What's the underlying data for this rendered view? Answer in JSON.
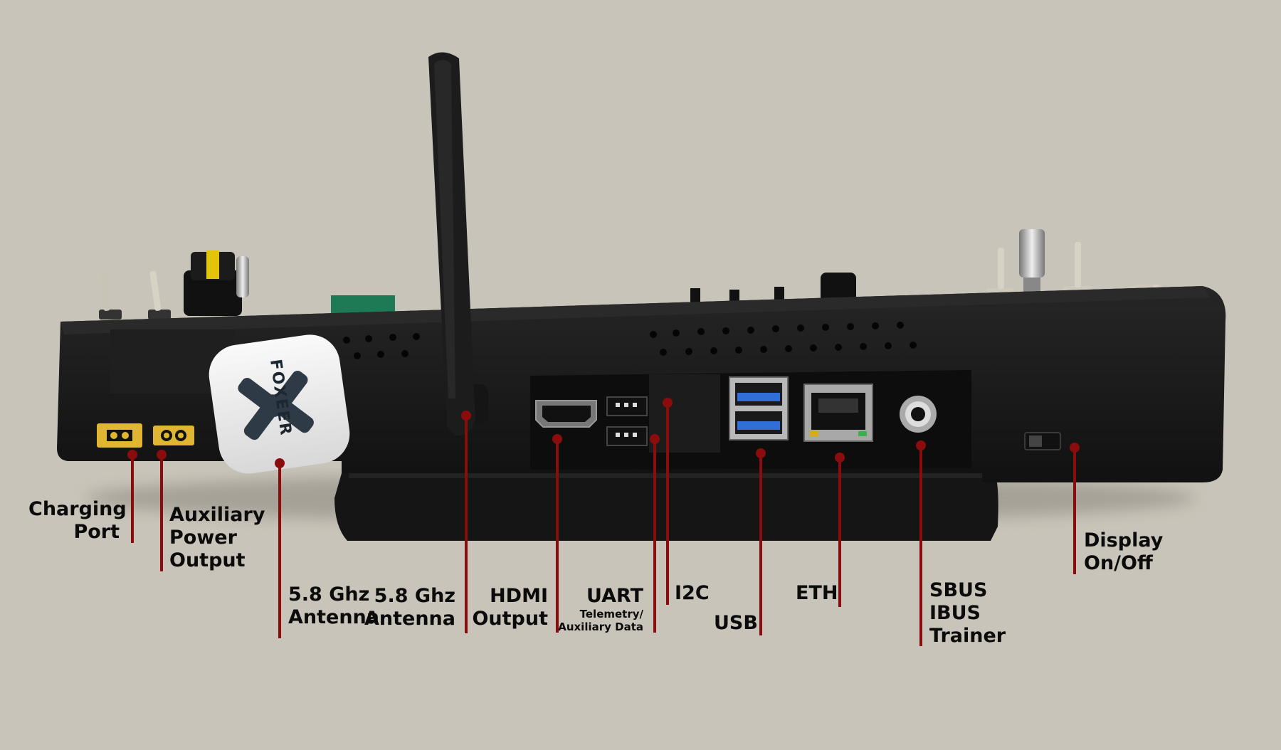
{
  "device": {
    "brand_logo_text": "FOXEER"
  },
  "labels": {
    "charging_port": [
      "Charging",
      "Port"
    ],
    "aux_power": [
      "Auxiliary",
      "Power",
      "Output"
    ],
    "antenna_58_left": [
      "5.8 Ghz",
      "Antenna"
    ],
    "antenna_58_right": [
      "5.8 Ghz",
      "Antenna"
    ],
    "hdmi": [
      "HDMI",
      "Output"
    ],
    "uart": {
      "title": "UART",
      "sub1": "Telemetry/",
      "sub2": "Auxiliary Data"
    },
    "i2c": "I2C",
    "usb": "USB",
    "eth": "ETH",
    "trainer": [
      "SBUS",
      "IBUS",
      "Trainer"
    ],
    "display": [
      "Display",
      "On/Off"
    ]
  },
  "colors": {
    "background": "#c8c4b9",
    "leader": "#8a0c0c",
    "device_body": "#1a1a1a",
    "xt_connector": "#e0b531",
    "usb3_blue": "#2f6fd6"
  }
}
